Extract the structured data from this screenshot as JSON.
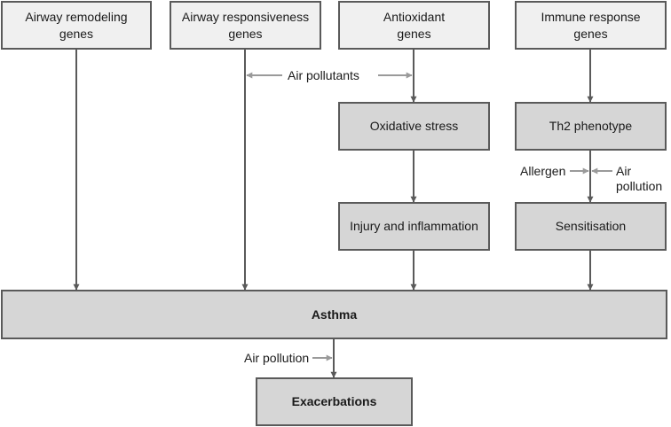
{
  "genes": {
    "airway_remodeling": "Airway remodeling\ngenes",
    "airway_responsiveness": "Airway responsiveness\ngenes",
    "antioxidant": "Antioxidant\ngenes",
    "immune_response": "Immune response\ngenes"
  },
  "mechanisms": {
    "oxidative_stress": "Oxidative stress",
    "th2_phenotype": "Th2 phenotype",
    "injury_inflammation": "Injury and inflammation",
    "sensitisation": "Sensitisation"
  },
  "outcomes": {
    "asthma": "Asthma",
    "exacerbations": "Exacerbations"
  },
  "factors": {
    "air_pollutants": "Air pollutants",
    "allergen": "Allergen",
    "air_pollution_side": "Air\npollution",
    "air_pollution_bottom": "Air pollution"
  },
  "colors": {
    "box_border": "#5a5a5a",
    "gene_fill": "#f0f0f0",
    "process_fill": "#d6d6d6",
    "arrow": "#5a5a5a",
    "factor_arrow": "#9a9a9a"
  }
}
